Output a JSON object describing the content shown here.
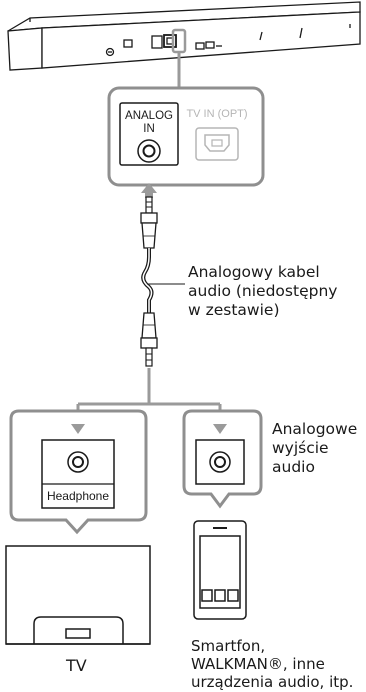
{
  "soundbar_ports": {
    "analog_label_line1": "ANALOG",
    "analog_label_line2": "IN",
    "optical_label": "TV IN (OPT)"
  },
  "cable_caption": [
    "Analogowy kabel",
    "audio (niedostępny",
    "w zestawie)"
  ],
  "output_caption": [
    "Analogowe",
    "wyjście",
    "audio"
  ],
  "tv_port_label": "Headphone",
  "tv_label": "TV",
  "smartphone_caption": [
    "Smartfon,",
    "WALKMAN®, inne",
    "urządzenia audio, itp."
  ],
  "colors": {
    "line": "#1a1a1a",
    "connector_gray": "#9a9a9a",
    "disabled_port": "#b5b5b5",
    "panel_border": "#8f8f8f"
  }
}
